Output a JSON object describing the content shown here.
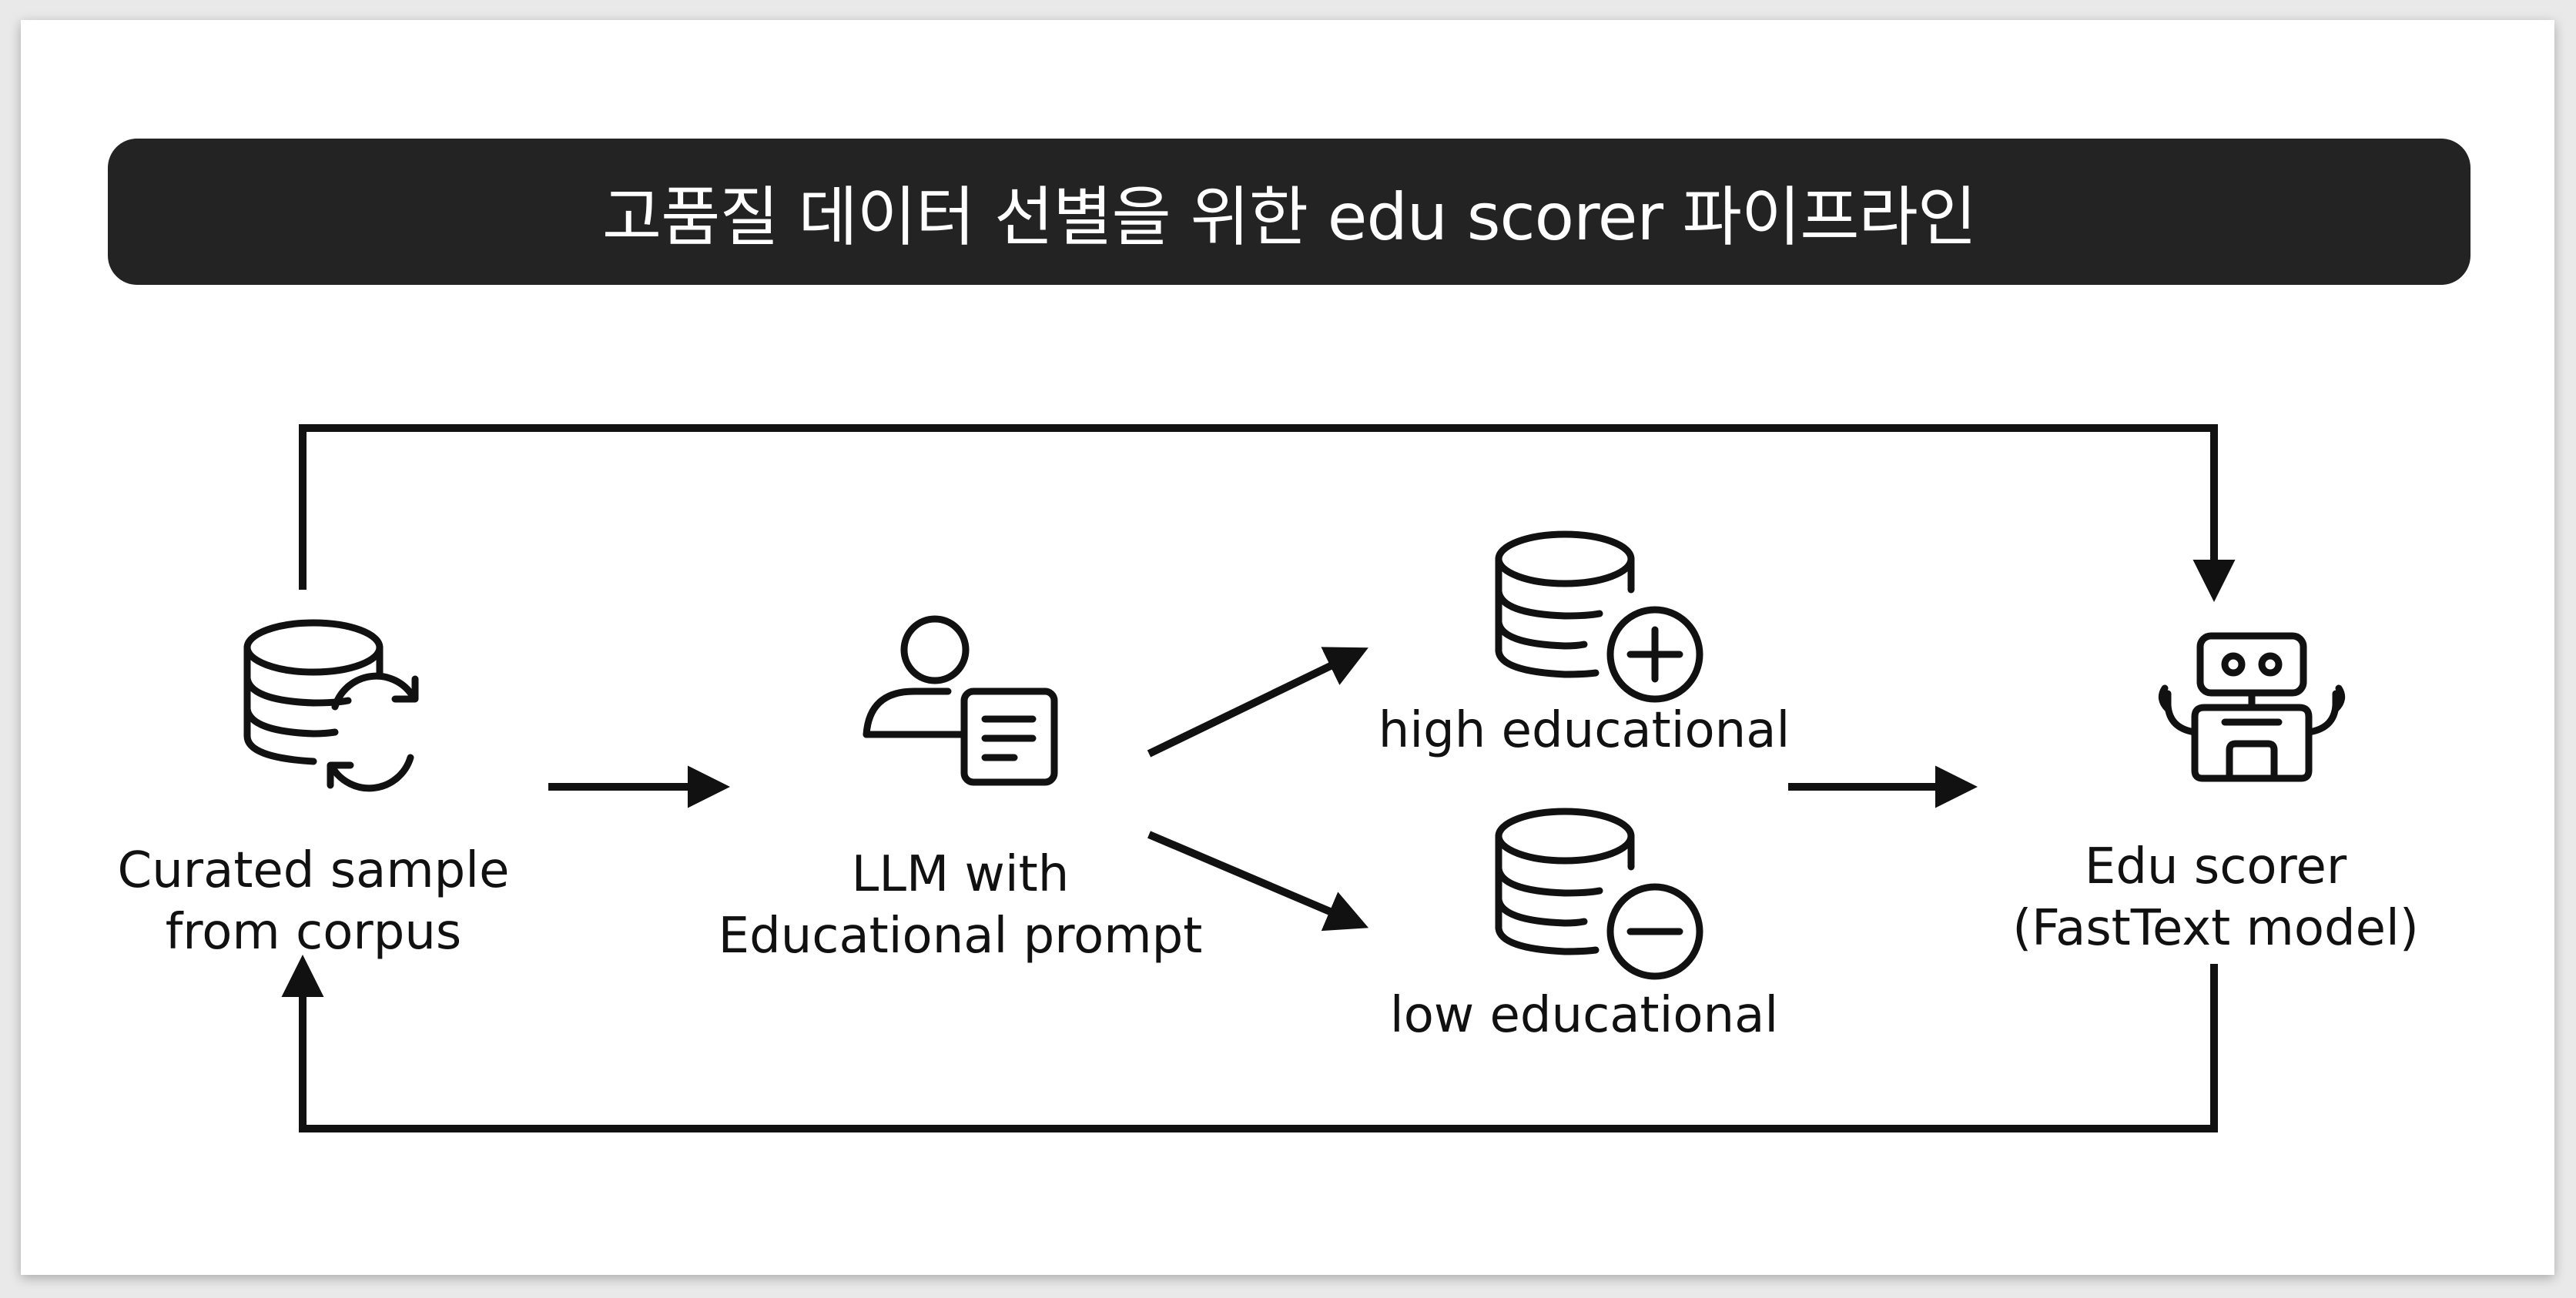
{
  "title": "고품질 데이터 선별을 위한 edu scorer 파이프라인",
  "nodes": {
    "corpus": {
      "label_line1": "Curated sample",
      "label_line2": "from corpus",
      "icon": "database-sync-icon"
    },
    "llm": {
      "label_line1": "LLM with",
      "label_line2": "Educational prompt",
      "icon": "user-document-icon"
    },
    "high": {
      "label": "high educational",
      "icon": "database-plus-icon"
    },
    "low": {
      "label": "low educational",
      "icon": "database-minus-icon"
    },
    "scorer": {
      "label_line1": "Edu scorer",
      "label_line2": "(FastText model)",
      "icon": "robot-icon"
    }
  },
  "colors": {
    "banner": "#232323",
    "stroke": "#111111",
    "background": "#ffffff"
  }
}
